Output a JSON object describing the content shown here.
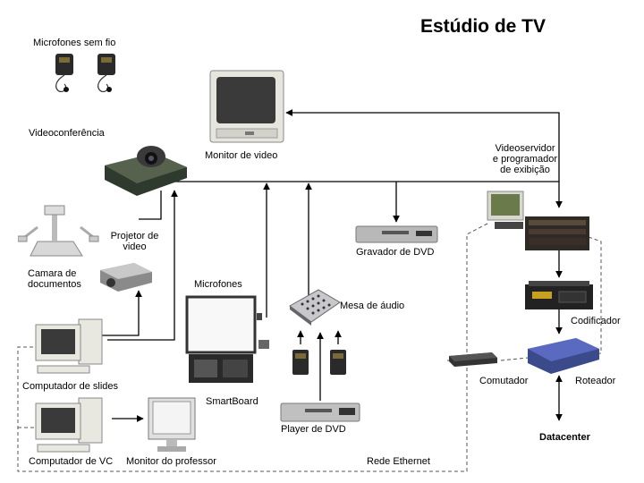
{
  "title": "Estúdio de TV",
  "labels": {
    "wireless_mics": "Microfones sem fio",
    "videoconference": "Videoconferência",
    "video_monitor": "Monitor de video",
    "video_server_l1": "Videoservidor",
    "video_server_l2": "e programador",
    "video_server_l3": "de exibição",
    "projector_l1": "Projetor de",
    "projector_l2": "video",
    "dvd_recorder": "Gravador de DVD",
    "doc_camera_l1": "Camara de",
    "doc_camera_l2": "documentos",
    "microphones": "Microfones",
    "audio_mixer": "Mesa de áudio",
    "encoder": "Codificador",
    "slides_computer": "Computador de slides",
    "switch": "Comutador",
    "router": "Roteador",
    "smartboard": "SmartBoard",
    "dvd_player": "Player de DVD",
    "datacenter": "Datacenter",
    "vc_computer": "Computador de VC",
    "professor_monitor": "Monitor do professor",
    "ethernet": "Rede Ethernet"
  },
  "colors": {
    "wire": "#000000",
    "ethernet_wire": "#555555",
    "device_dark": "#2e3a2e",
    "device_light": "#e8e8e0",
    "screen": "#3a3a3a",
    "router_blue": "#4a5aa8"
  }
}
